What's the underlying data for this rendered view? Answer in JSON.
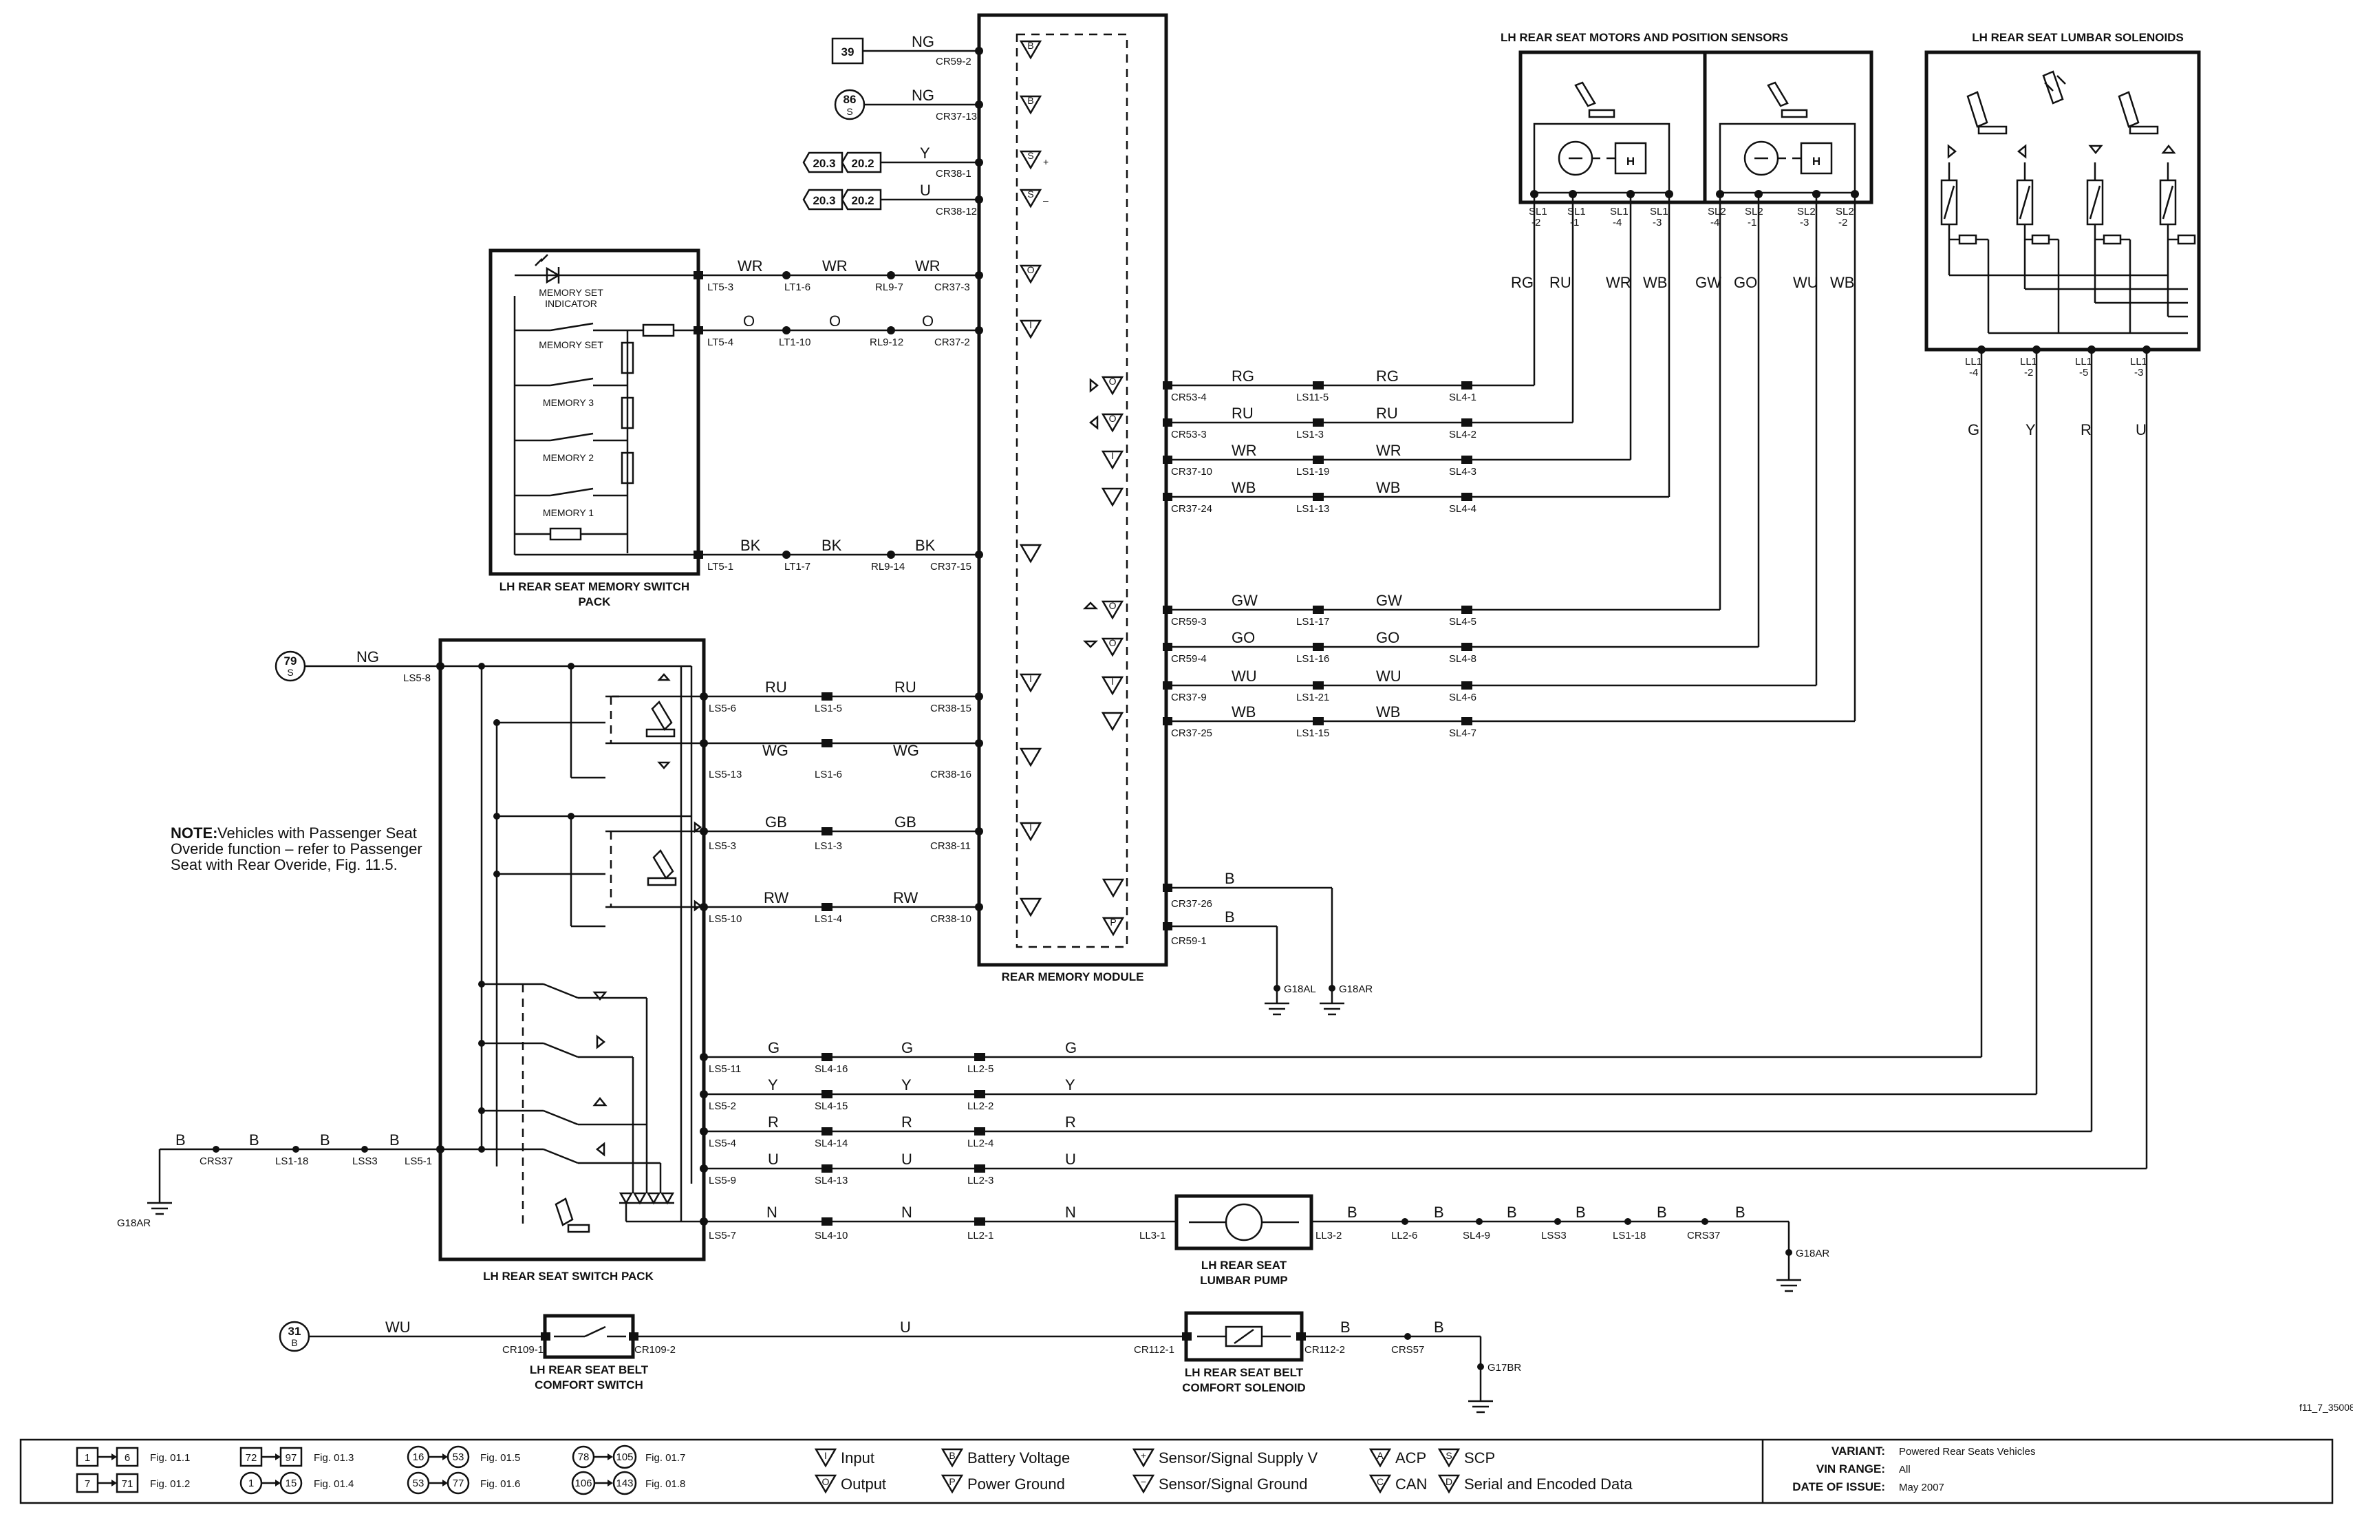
{
  "figure_code": "f11_7_35008",
  "module": {
    "title": "REAR MEMORY MODULE"
  },
  "switch_pack": {
    "title": "LH REAR SEAT SWITCH PACK"
  },
  "memory_pack": {
    "title_line1": "LH REAR SEAT MEMORY SWITCH",
    "title_line2": "PACK",
    "labels": [
      "MEMORY SET",
      "INDICATOR",
      "MEMORY SET",
      "MEMORY 3",
      "MEMORY 2",
      "MEMORY 1"
    ]
  },
  "motors_box": {
    "title": "LH REAR SEAT MOTORS AND POSITION SENSORS",
    "sensor_symbol": "H"
  },
  "lumbar_box": {
    "title": "LH REAR SEAT LUMBAR SOLENOIDS"
  },
  "pump": {
    "line1": "LH REAR SEAT",
    "line2": "LUMBAR PUMP"
  },
  "comfort_switch": {
    "line1": "LH REAR SEAT BELT",
    "line2": "COMFORT SWITCH"
  },
  "comfort_solenoid": {
    "line1": "LH REAR SEAT BELT",
    "line2": "COMFORT SOLENOID"
  },
  "note": {
    "bold": "NOTE:",
    "line1": "Vehicles with Passenger Seat",
    "line2": "Overide function – refer to Passenger",
    "line3": "Seat with Rear Overide, Fig. 11.5."
  },
  "references": [
    {
      "label": "39",
      "sub": ""
    },
    {
      "label": "86",
      "sub": "S"
    },
    {
      "label": "20.3",
      "sub": ""
    },
    {
      "label": "20.2",
      "sub": ""
    },
    {
      "label": "79",
      "sub": "S"
    },
    {
      "label": "31",
      "sub": "B"
    }
  ],
  "module_pins": [
    "CR59-2",
    "CR37-13",
    "CR38-1",
    "CR38-12",
    "CR37-3",
    "CR37-2",
    "CR37-15",
    "CR38-15",
    "CR38-16",
    "CR38-11",
    "CR38-10",
    "CR53-4",
    "CR53-3",
    "CR37-10",
    "CR37-24",
    "CR59-3",
    "CR59-4",
    "CR37-9",
    "CR37-25",
    "CR37-26",
    "CR59-1"
  ],
  "pin_symbols": [
    "B",
    "B",
    "S",
    "S",
    "O",
    "I",
    "I",
    "I",
    "I",
    "I",
    "I",
    "O",
    "O",
    "I",
    "I",
    "O",
    "O",
    "I",
    "I",
    "I",
    "P"
  ],
  "wire_colors": {
    "ng": "NG",
    "y": "Y",
    "u": "U",
    "wr": "WR",
    "o": "O",
    "bk": "BK",
    "ru": "RU",
    "wg": "WG",
    "gb": "GB",
    "rw": "RW",
    "rg": "RG",
    "wb": "WB",
    "gw": "GW",
    "go": "GO",
    "wu": "WU",
    "b": "B",
    "g": "G",
    "r": "R",
    "n": "N"
  },
  "connectors": {
    "lt5_3": "LT5-3",
    "lt5_4": "LT5-4",
    "lt5_1": "LT5-1",
    "lt1_6": "LT1-6",
    "lt1_10": "LT1-10",
    "lt1_7": "LT1-7",
    "rl9_7": "RL9-7",
    "rl9_12": "RL9-12",
    "rl9_14": "RL9-14",
    "ls5_8": "LS5-8",
    "ls5_6": "LS5-6",
    "ls5_13": "LS5-13",
    "ls5_3": "LS5-3",
    "ls5_10": "LS5-10",
    "ls5_11": "LS5-11",
    "ls5_2": "LS5-2",
    "ls5_4": "LS5-4",
    "ls5_9": "LS5-9",
    "ls5_7": "LS5-7",
    "ls5_1": "LS5-1",
    "ls1_5": "LS1-5",
    "ls1_6": "LS1-6",
    "ls1_3": "LS1-3",
    "ls1_4": "LS1-4",
    "ls11_5": "LS11-5",
    "ls1_3b": "LS1-3",
    "ls1_19": "LS1-19",
    "ls1_13": "LS1-13",
    "ls1_17": "LS1-17",
    "ls1_16": "LS1-16",
    "ls1_21": "LS1-21",
    "ls1_15": "LS1-15",
    "sl4_1": "SL4-1",
    "sl4_2": "SL4-2",
    "sl4_3": "SL4-3",
    "sl4_4": "SL4-4",
    "sl4_5": "SL4-5",
    "sl4_8": "SL4-8",
    "sl4_6": "SL4-6",
    "sl4_7": "SL4-7",
    "sl4_16": "SL4-16",
    "sl4_15": "SL4-15",
    "sl4_14": "SL4-14",
    "sl4_13": "SL4-13",
    "sl4_10": "SL4-10",
    "ll2_5": "LL2-5",
    "ll2_2": "LL2-2",
    "ll2_4": "LL2-4",
    "ll2_3": "LL2-3",
    "ll2_1": "LL2-1",
    "crs37": "CRS37",
    "ls1_18": "LS1-18",
    "lss3": "LSS3",
    "ll3_1": "LL3-1",
    "ll3_2": "LL3-2",
    "ll2_6": "LL2-6",
    "sl4_9": "SL4-9",
    "cr109_1": "CR109-1",
    "cr109_2": "CR109-2",
    "cr112_1": "CR112-1",
    "cr112_2": "CR112-2",
    "crs57": "CRS57",
    "sl1_2": "SL1",
    "sl1_2s": "-2",
    "sl1_1": "SL1",
    "sl1_1s": "-1",
    "sl1_4": "SL1",
    "sl1_4s": "-4",
    "sl1_3": "SL1",
    "sl1_3s": "-3",
    "sl2_4": "SL2",
    "sl2_4s": "-4",
    "sl2_1": "SL2",
    "sl2_1s": "-1",
    "sl2_3": "SL2",
    "sl2_3s": "-3",
    "sl2_2": "SL2",
    "sl2_2s": "-2",
    "ll1_4": "LL1",
    "ll1_4s": "-4",
    "ll1_2": "LL1",
    "ll1_2s": "-2",
    "ll1_5": "LL1",
    "ll1_5s": "-5",
    "ll1_3": "LL1",
    "ll1_3s": "-3"
  },
  "grounds": {
    "g18al": "G18AL",
    "g18ar": "G18AR",
    "g17br": "G17BR"
  },
  "legend": {
    "figs": [
      {
        "a": "1",
        "b": "6",
        "fig": "Fig. 01.1"
      },
      {
        "a": "7",
        "b": "71",
        "fig": "Fig. 01.2"
      },
      {
        "a": "72",
        "b": "97",
        "fig": "Fig. 01.3"
      },
      {
        "a": "1",
        "b": "15",
        "fig": "Fig. 01.4"
      },
      {
        "a": "16",
        "b": "53",
        "fig": "Fig. 01.5"
      },
      {
        "a": "53",
        "b": "77",
        "fig": "Fig. 01.6"
      },
      {
        "a": "78",
        "b": "105",
        "fig": "Fig. 01.7"
      },
      {
        "a": "106",
        "b": "143",
        "fig": "Fig. 01.8"
      }
    ],
    "symbols": [
      {
        "sym": "I",
        "text": "Input"
      },
      {
        "sym": "O",
        "text": "Output"
      },
      {
        "sym": "B",
        "text": "Battery Voltage"
      },
      {
        "sym": "P",
        "text": "Power Ground"
      },
      {
        "sym": "+",
        "text": "Sensor/Signal Supply V"
      },
      {
        "sym": "−",
        "text": "Sensor/Signal Ground"
      },
      {
        "sym": "A",
        "text": "ACP"
      },
      {
        "sym": "C",
        "text": "CAN"
      },
      {
        "sym": "S",
        "text": "SCP"
      },
      {
        "sym": "D",
        "text": "Serial and Encoded Data"
      }
    ],
    "variant_label": "VARIANT:",
    "variant": "Powered Rear Seats Vehicles",
    "vin_label": "VIN RANGE:",
    "vin": "All",
    "date_label": "DATE OF ISSUE:",
    "date": "May 2007"
  }
}
